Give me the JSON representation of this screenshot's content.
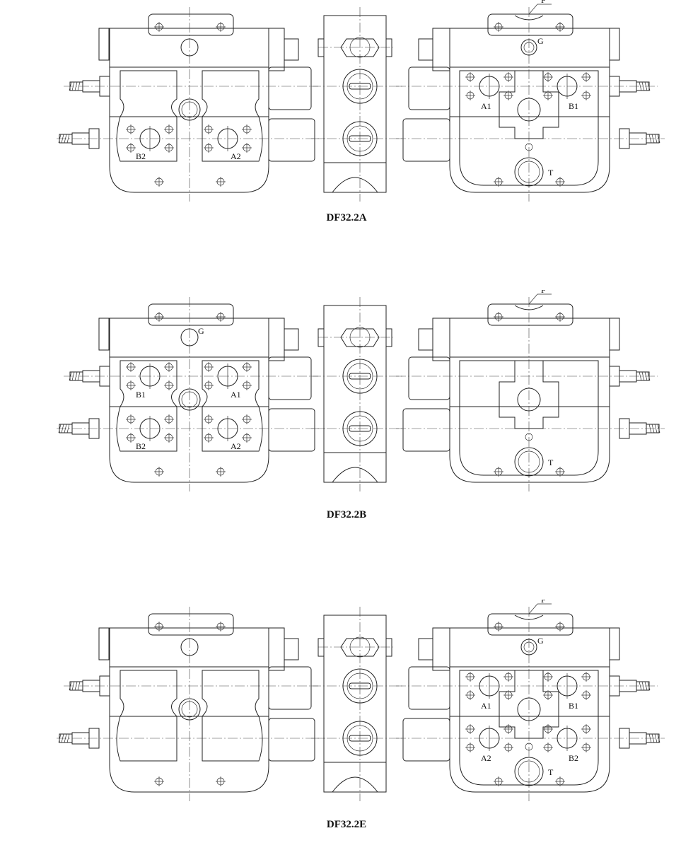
{
  "figures": [
    {
      "caption": "DF32.2A",
      "front": {
        "ports": [
          {
            "id": "B2",
            "text": "B2",
            "side": "left",
            "row": "lower"
          },
          {
            "id": "A2",
            "text": "A2",
            "side": "right",
            "row": "lower"
          }
        ]
      },
      "rear": {
        "p": "P",
        "g": "G",
        "t": "T",
        "ports": [
          {
            "id": "A1",
            "text": "A1",
            "side": "left",
            "row": "upper"
          },
          {
            "id": "B1",
            "text": "B1",
            "side": "right",
            "row": "upper"
          }
        ]
      }
    },
    {
      "caption": "DF32.2B",
      "front": {
        "g": "G",
        "ports": [
          {
            "id": "B1",
            "text": "B1",
            "side": "left",
            "row": "upper"
          },
          {
            "id": "A1",
            "text": "A1",
            "side": "right",
            "row": "upper"
          },
          {
            "id": "B2",
            "text": "B2",
            "side": "left",
            "row": "lower"
          },
          {
            "id": "A2",
            "text": "A2",
            "side": "right",
            "row": "lower"
          }
        ]
      },
      "rear": {
        "p": "P",
        "t": "T",
        "ports": []
      }
    },
    {
      "caption": "DF32.2E",
      "front": {
        "ports": []
      },
      "rear": {
        "p": "P",
        "g": "G",
        "t": "T",
        "ports": [
          {
            "id": "A1",
            "text": "A1",
            "side": "left",
            "row": "upper"
          },
          {
            "id": "B1",
            "text": "B1",
            "side": "right",
            "row": "upper"
          },
          {
            "id": "A2",
            "text": "A2",
            "side": "left",
            "row": "lower"
          },
          {
            "id": "B2",
            "text": "B2",
            "side": "right",
            "row": "lower"
          }
        ]
      }
    }
  ]
}
